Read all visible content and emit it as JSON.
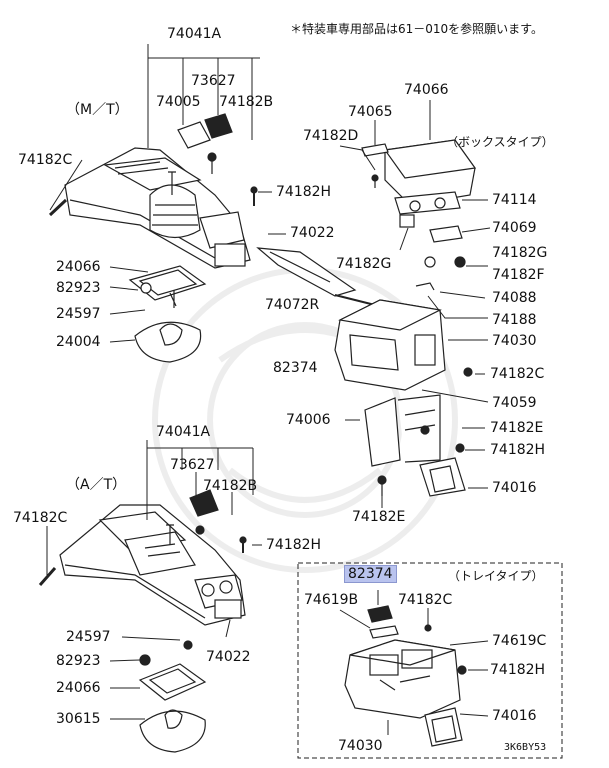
{
  "notice": "＊特装車専用部品は61－010を参照願います。",
  "variants": {
    "mt": "（M／T）",
    "at": "（A／T）",
    "box_type": "（ボックスタイプ）",
    "tray_type": "（トレイタイプ）"
  },
  "highlight_color": "#b9c3ee",
  "drawing_code": "3K6BY53",
  "parts": {
    "p74041a_top": "74041A",
    "p73627_top": "73627",
    "p74005": "74005",
    "p74182b_top": "74182B",
    "p74182c_top_left": "74182C",
    "p74182h_mid": "74182H",
    "p74022_top": "74022",
    "p24066_top": "24066",
    "p82923_top": "82923",
    "p24597_top": "24597",
    "p24004": "24004",
    "p74072r": "74072R",
    "p82374_left": "82374",
    "p74066": "74066",
    "p74065": "74065",
    "p74182d": "74182D",
    "p74114": "74114",
    "p74069": "74069",
    "p74182g_left": "74182G",
    "p74182g_right": "74182G",
    "p74182f": "74182F",
    "p74088": "74088",
    "p74188": "74188",
    "p74030_top": "74030",
    "p74182c_right": "74182C",
    "p74059": "74059",
    "p74006": "74006",
    "p74182e_right": "74182E",
    "p74182h_right": "74182H",
    "p74016_top": "74016",
    "p74182e_bottom": "74182E",
    "p74041a_bottom": "74041A",
    "p73627_bottom": "73627",
    "p74182b_bottom": "74182B",
    "p74182c_bottom_left": "74182C",
    "p74182h_bottom": "74182H",
    "p82374_tray": "82374",
    "p74619b": "74619B",
    "p74182c_tray": "74182C",
    "p74619c": "74619C",
    "p74182h_tray": "74182H",
    "p74016_tray": "74016",
    "p74030_tray": "74030",
    "p24597_bottom": "24597",
    "p74022_bottom": "74022",
    "p82923_bottom": "82923",
    "p24066_bottom": "24066",
    "p30615": "30615"
  }
}
